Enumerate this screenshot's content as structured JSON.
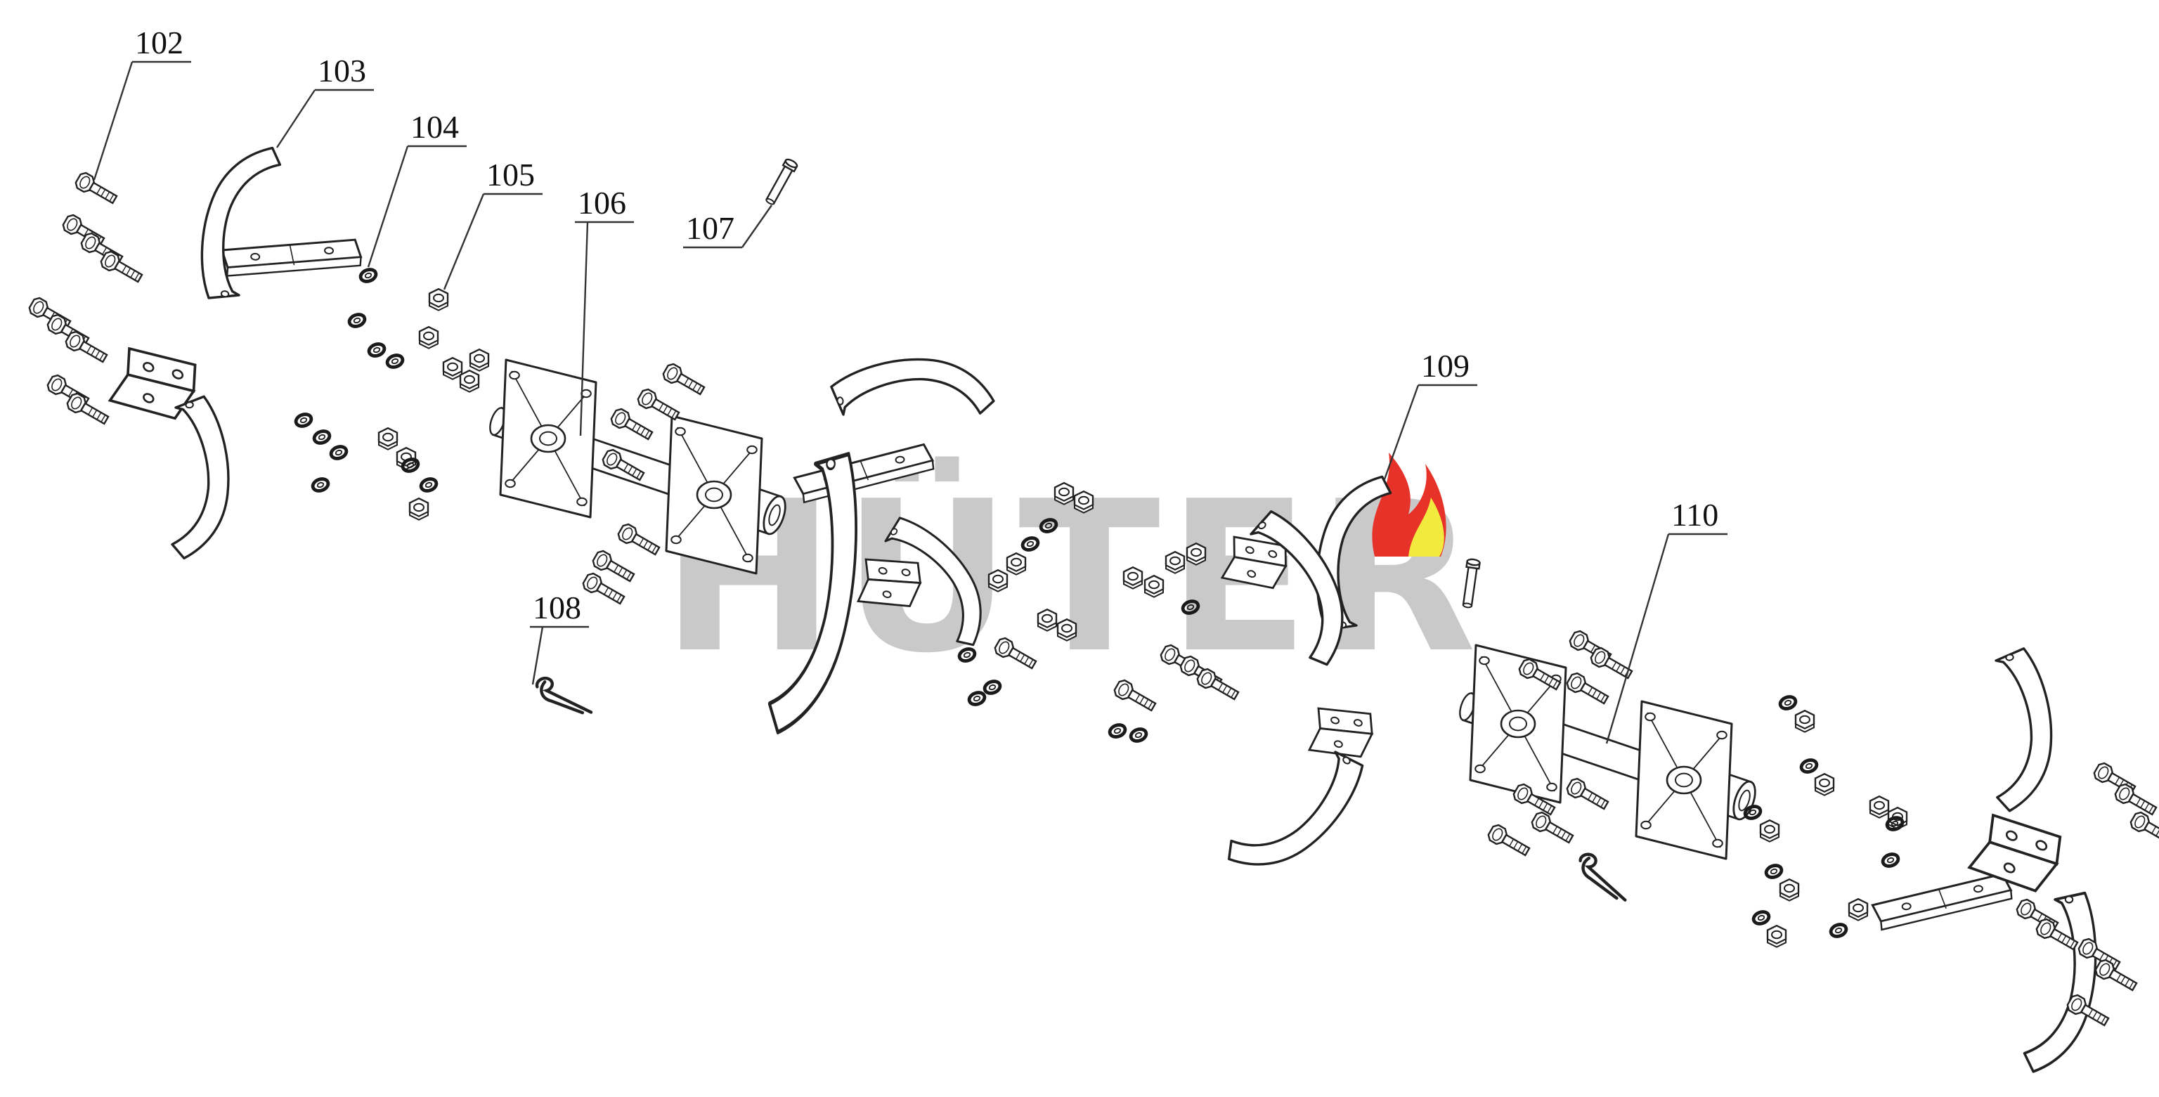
{
  "background_color": "#ffffff",
  "line_color": "#222222",
  "brand_watermark": {
    "text": "HÜTER",
    "text_color": "#c9c9c9",
    "flame_red": "#e73229",
    "flame_yellow": "#f3ea40"
  },
  "parts": [
    {
      "num": "102"
    },
    {
      "num": "103"
    },
    {
      "num": "104"
    },
    {
      "num": "105"
    },
    {
      "num": "106"
    },
    {
      "num": "107"
    },
    {
      "num": "108"
    },
    {
      "num": "109"
    },
    {
      "num": "110"
    }
  ]
}
